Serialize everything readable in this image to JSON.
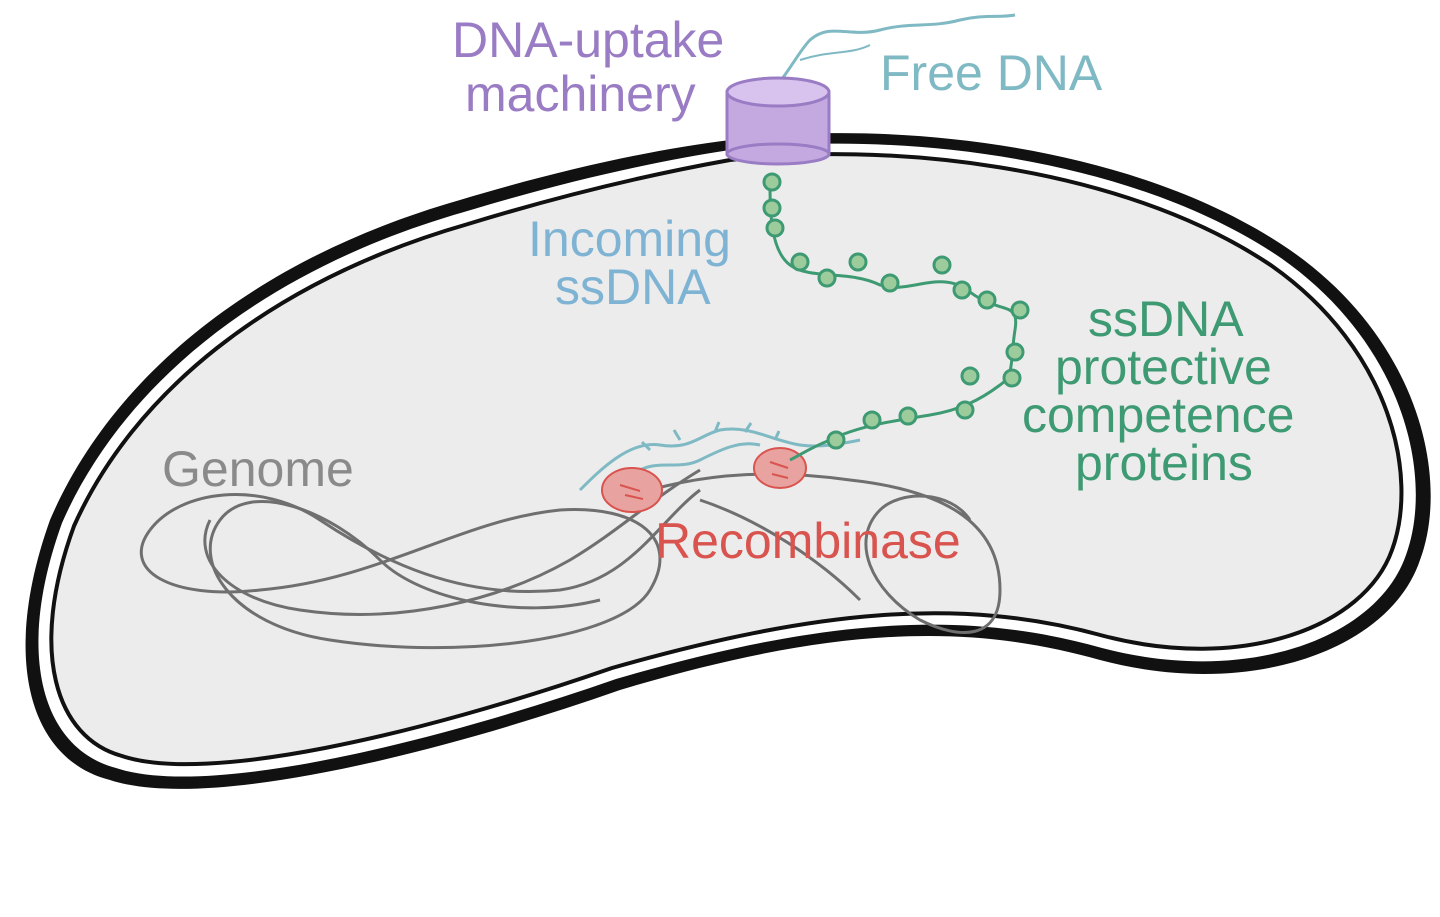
{
  "labels": {
    "uptake_line1": "DNA-uptake",
    "uptake_line2": "machinery",
    "free_dna": "Free DNA",
    "incoming_line1": "Incoming",
    "incoming_line2": "ssDNA",
    "protective_line1": "ssDNA",
    "protective_line2": "protective",
    "protective_line3": "competence",
    "protective_line4": "proteins",
    "genome": "Genome",
    "recombinase": "Recombinase"
  },
  "colors": {
    "uptake": "#9a7cc4",
    "free_dna": "#7fb9c4",
    "incoming": "#7fb3d4",
    "protective": "#3e9a72",
    "genome": "#8a8a8a",
    "recombinase": "#d9534f",
    "cell_fill": "#ececec",
    "membrane": "#111111",
    "ssb_fill": "#9ccc9c"
  }
}
